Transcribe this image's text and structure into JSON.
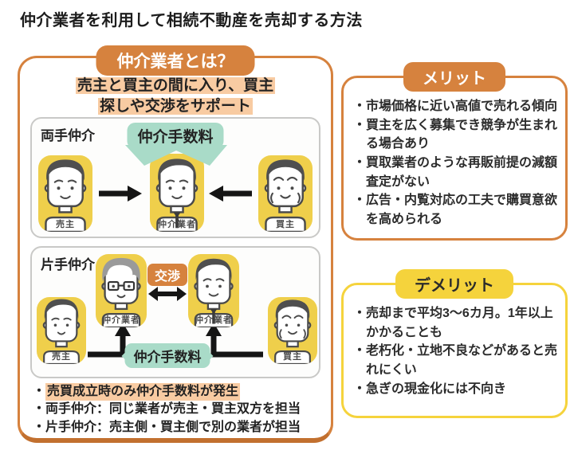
{
  "ui": {
    "bullet": "・"
  },
  "page": {
    "title": "仲介業者を利用して相続不動産を売却する方法"
  },
  "panel": {
    "badge": "仲介業者とは？",
    "intro_line1": "売主と買主の間に入り、買主",
    "intro_line2": "探しや交渉をサポート",
    "ryote": {
      "label": "両手仲介",
      "fee_bubble": "仲介手数料",
      "seller": "売主",
      "broker": "仲介業者",
      "buyer": "買主"
    },
    "katate": {
      "label": "片手仲介",
      "negotiation_badge": "交渉",
      "fee_bubble": "仲介手数料",
      "seller": "売主",
      "broker_left": "仲介業者",
      "broker_right": "仲介業者",
      "buyer": "買主"
    },
    "notes": [
      "売買成立時のみ仲介手数料が発生",
      "両手仲介：同じ業者が売主・買主双方を担当",
      "片手仲介：売主側・買主側で別の業者が担当"
    ]
  },
  "merit": {
    "badge": "メリット",
    "items": [
      "市場価格に近い高値で売れる傾向",
      "買主を広く募集でき競争が生まれる場合あり",
      "買取業者のような再販前提の減額査定がない",
      "広告・内覧対応の工夫で購買意欲を高められる"
    ]
  },
  "demerit": {
    "badge": "デメリット",
    "items": [
      "売却まで平均3〜6カ月。1年以上かかることも",
      "老朽化・立地不良などがあると売れにくい",
      "急ぎの現金化には不向き"
    ]
  },
  "colors": {
    "orange": "#D6823E",
    "orange_dark": "#C2702F",
    "peach_highlight": "#F8CBA2",
    "yellow_avatar": "#EFCF4B",
    "yellow_badge": "#F5D33C",
    "teal_bubble": "#A9DBC8",
    "text": "#2B2B2B"
  }
}
